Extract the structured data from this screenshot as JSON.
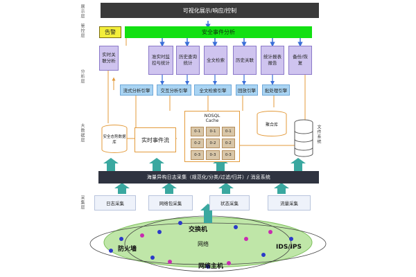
{
  "layers": {
    "display": "展示层",
    "management": "管控层",
    "analysis": "分析层",
    "bigdata": "大数据层",
    "collection": "采集层"
  },
  "top_bar": "可视化展示/响应/控制",
  "alarm": "告警",
  "event_analysis": "安全事件分析",
  "realtime_assoc": "实时关联分析",
  "modules": [
    "准实时监控与统计",
    "历史查询统计",
    "全文检索",
    "历史关联",
    "统计报表报告",
    "备份/恢复"
  ],
  "engines": [
    "流式分析引擎",
    "交互分析引擎",
    "全文检索引擎",
    "回放引擎",
    "批处理引擎"
  ],
  "nosql": "NOSQL",
  "cache": "Cache",
  "cells": [
    "0-1",
    "0-1",
    "0-1",
    "0-2",
    "0-2",
    "0-2",
    "0-3",
    "0-3",
    "0-3"
  ],
  "security_db": "安全态势数据库",
  "realtime_flow": "实时事件流",
  "aggregation_db": "聚合库",
  "file_system": "文件系统",
  "collect_bar": "海量异构日志采集（规范化/分类/过滤/归并）/ 消息系统",
  "collectors": [
    "日志采集",
    "网络包采集",
    "状态采集",
    "流量采集"
  ],
  "network": {
    "switch": "交换机",
    "firewall": "防火墙",
    "network": "网络",
    "ids": "IDS/IPS",
    "host": "网络主机"
  },
  "colors": {
    "green_bar": "#12e012",
    "alarm": "#f3ee3a",
    "purple": "#cfc4ef",
    "engine": "#a9d4f3",
    "orange_line": "#e39a3a",
    "network_ellipse": "#bfe6a8"
  }
}
